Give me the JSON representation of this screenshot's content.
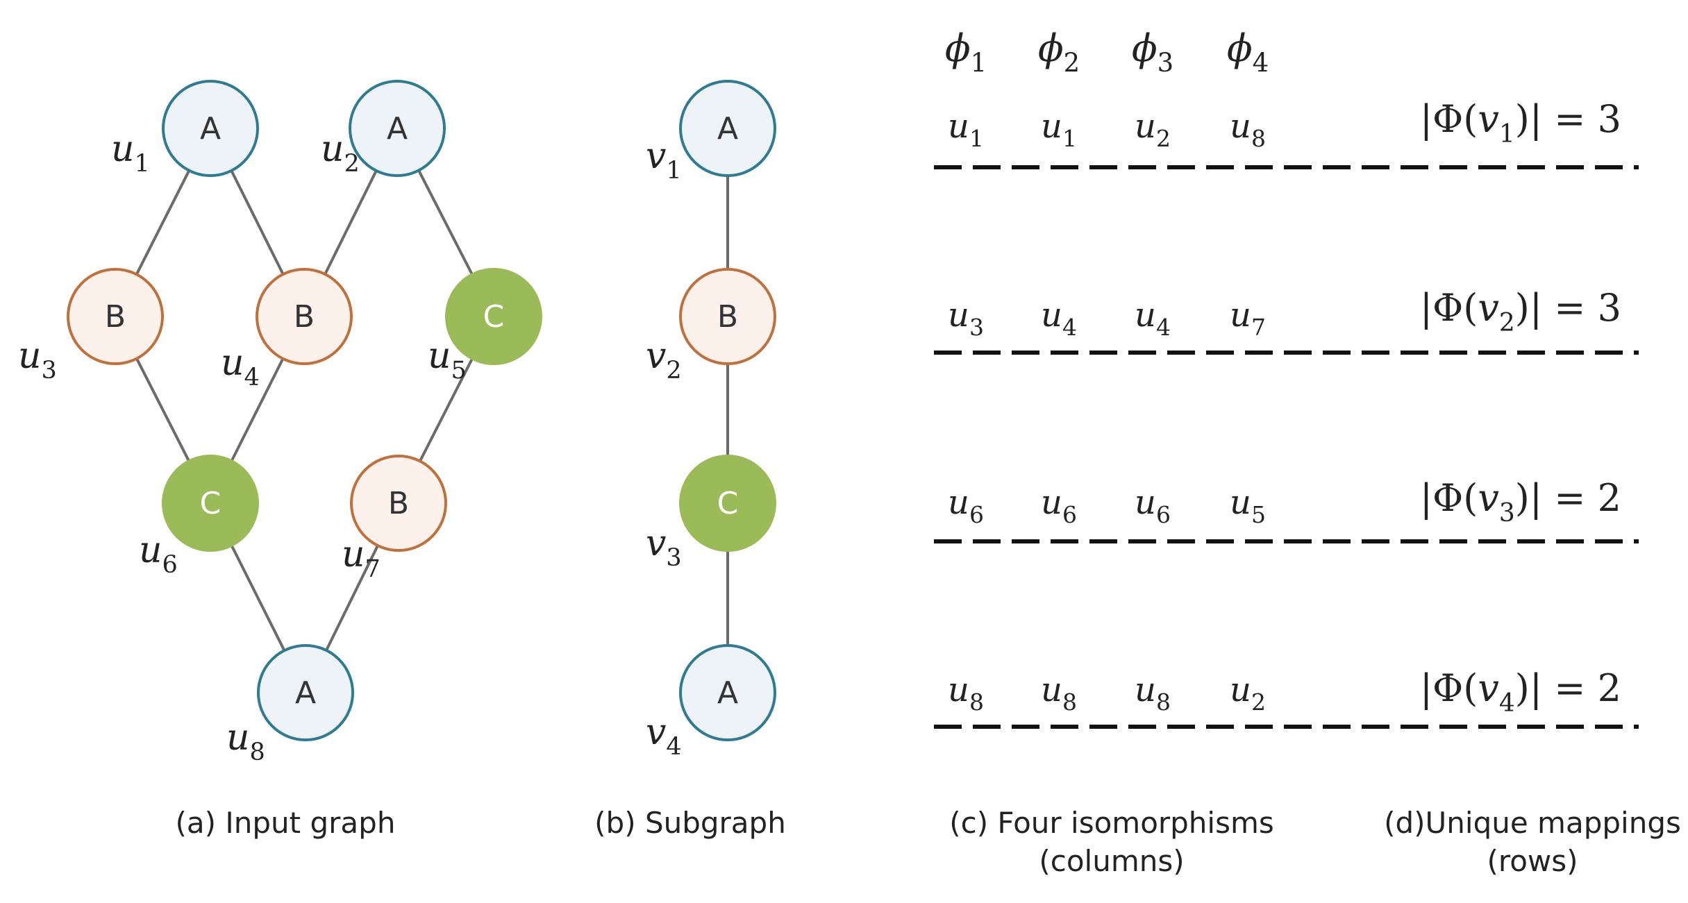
{
  "colors": {
    "typeA": {
      "fill": "#eef3f7",
      "stroke": "#2e7b92"
    },
    "typeB": {
      "fill": "#fdf1ec",
      "stroke": "#c0703a"
    },
    "typeC": {
      "fill": "#9bbb59",
      "stroke": "#9bbb59"
    }
  },
  "input_graph": {
    "nodes": [
      {
        "id": "u1",
        "label": "A",
        "type": "A",
        "var": "u",
        "sub": "1"
      },
      {
        "id": "u2",
        "label": "A",
        "type": "A",
        "var": "u",
        "sub": "2"
      },
      {
        "id": "u3",
        "label": "B",
        "type": "B",
        "var": "u",
        "sub": "3"
      },
      {
        "id": "u4",
        "label": "B",
        "type": "B",
        "var": "u",
        "sub": "4"
      },
      {
        "id": "u5",
        "label": "C",
        "type": "C",
        "var": "u",
        "sub": "5"
      },
      {
        "id": "u6",
        "label": "C",
        "type": "C",
        "var": "u",
        "sub": "6"
      },
      {
        "id": "u7",
        "label": "B",
        "type": "B",
        "var": "u",
        "sub": "7"
      },
      {
        "id": "u8",
        "label": "A",
        "type": "A",
        "var": "u",
        "sub": "8"
      }
    ],
    "edges": [
      [
        "u1",
        "u3"
      ],
      [
        "u1",
        "u4"
      ],
      [
        "u2",
        "u4"
      ],
      [
        "u2",
        "u5"
      ],
      [
        "u3",
        "u6"
      ],
      [
        "u4",
        "u6"
      ],
      [
        "u5",
        "u7"
      ],
      [
        "u6",
        "u8"
      ],
      [
        "u7",
        "u8"
      ]
    ]
  },
  "subgraph": {
    "nodes": [
      {
        "id": "v1",
        "label": "A",
        "type": "A",
        "var": "v",
        "sub": "1"
      },
      {
        "id": "v2",
        "label": "B",
        "type": "B",
        "var": "v",
        "sub": "2"
      },
      {
        "id": "v3",
        "label": "C",
        "type": "C",
        "var": "v",
        "sub": "3"
      },
      {
        "id": "v4",
        "label": "A",
        "type": "A",
        "var": "v",
        "sub": "4"
      }
    ],
    "edges": [
      [
        "v1",
        "v2"
      ],
      [
        "v2",
        "v3"
      ],
      [
        "v3",
        "v4"
      ]
    ]
  },
  "isomorphisms": {
    "headers": [
      {
        "sym": "ϕ",
        "sub": "1"
      },
      {
        "sym": "ϕ",
        "sub": "2"
      },
      {
        "sym": "ϕ",
        "sub": "3"
      },
      {
        "sym": "ϕ",
        "sub": "4"
      }
    ],
    "rows": [
      [
        "1",
        "1",
        "2",
        "8"
      ],
      [
        "3",
        "4",
        "4",
        "7"
      ],
      [
        "6",
        "6",
        "6",
        "5"
      ],
      [
        "8",
        "8",
        "8",
        "2"
      ]
    ],
    "cell_var": "u"
  },
  "unique_mappings": [
    {
      "left": "|Φ(",
      "var": "v",
      "sub": "1",
      "right": ")| = 3"
    },
    {
      "left": "|Φ(",
      "var": "v",
      "sub": "2",
      "right": ")| = 3"
    },
    {
      "left": "|Φ(",
      "var": "v",
      "sub": "3",
      "right": ")| = 2"
    },
    {
      "left": "|Φ(",
      "var": "v",
      "sub": "4",
      "right": ")| = 2"
    }
  ],
  "captions": {
    "a": "(a) Input graph",
    "b": "(b) Subgraph",
    "c_line1": "(c) Four isomorphisms",
    "c_line2": "(columns)",
    "d_line1": "(d)Unique mappings",
    "d_line2": "(rows)"
  }
}
